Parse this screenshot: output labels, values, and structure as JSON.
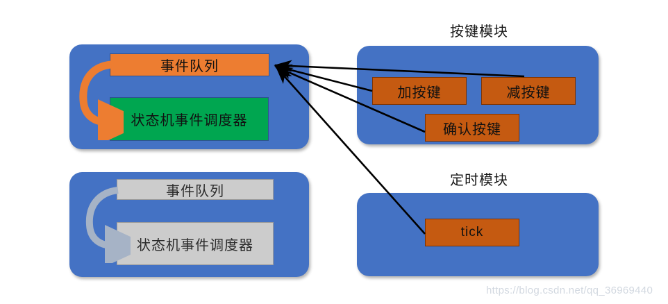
{
  "diagram": {
    "background": "#ffffff",
    "palette": {
      "panel_blue": "#4472C4",
      "accent_orange": "#ED7D31",
      "accent_green": "#00A650",
      "accent_brown": "#C55A11",
      "muted_gray": "#CCCCCC",
      "connector_black": "#000000",
      "watermark_gray": "#d2d8e0"
    },
    "active_group": {
      "event_queue_label": "事件队列",
      "scheduler_label": "状态机事件调度器"
    },
    "muted_group": {
      "event_queue_label": "事件队列",
      "scheduler_label": "状态机事件调度器"
    },
    "key_module": {
      "title": "按键模块",
      "buttons": [
        {
          "label": "加按键"
        },
        {
          "label": "减按键"
        },
        {
          "label": "确认按键"
        }
      ]
    },
    "timer_module": {
      "title": "定时模块",
      "nodes": [
        {
          "label": "tick"
        }
      ]
    },
    "watermark": "https://blog.csdn.net/qq_36969440"
  }
}
